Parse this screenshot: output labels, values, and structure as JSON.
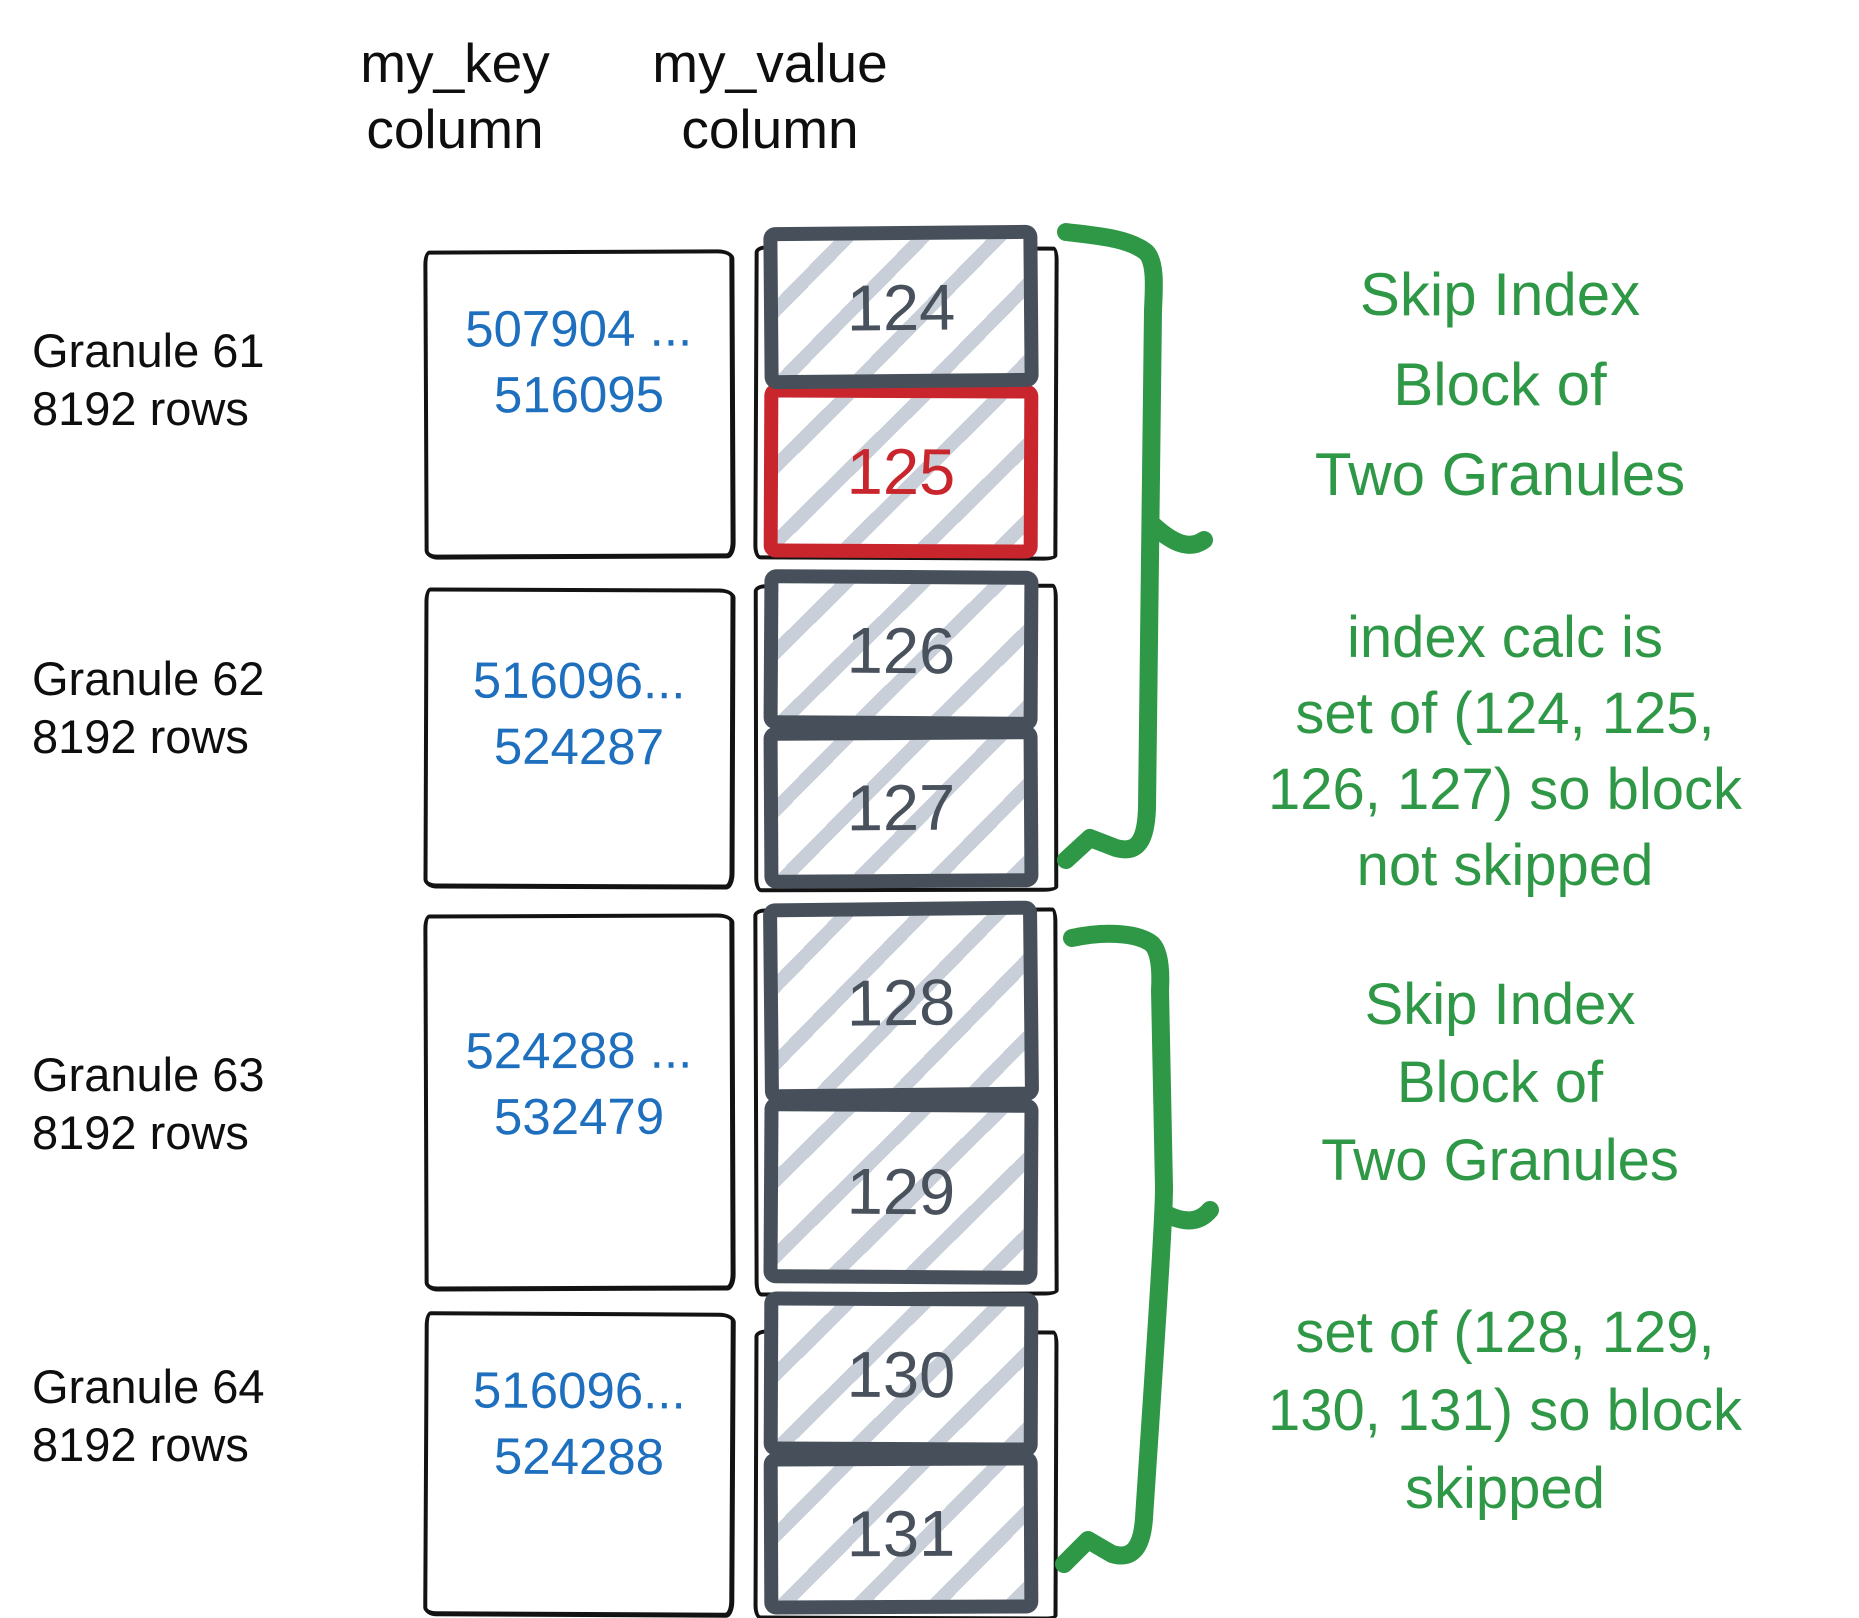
{
  "columns": {
    "key_header_line1": "my_key",
    "key_header_line2": "column",
    "value_header_line1": "my_value",
    "value_header_line2": "column"
  },
  "granules": [
    {
      "name": "Granule 61",
      "rows": "8192 rows",
      "key_from": "507904 ...",
      "key_to": "516095",
      "blocks": [
        {
          "num": "124",
          "highlight": false
        },
        {
          "num": "125",
          "highlight": true
        }
      ]
    },
    {
      "name": "Granule 62",
      "rows": "8192 rows",
      "key_from": "516096...",
      "key_to": "524287",
      "blocks": [
        {
          "num": "126",
          "highlight": false
        },
        {
          "num": "127",
          "highlight": false
        }
      ]
    },
    {
      "name": "Granule 63",
      "rows": "8192 rows",
      "key_from": "524288 ...",
      "key_to": "532479",
      "blocks": [
        {
          "num": "128",
          "highlight": false
        },
        {
          "num": "129",
          "highlight": false
        }
      ]
    },
    {
      "name": "Granule 64",
      "rows": "8192 rows",
      "key_from": "516096...",
      "key_to": "524288",
      "blocks": [
        {
          "num": "130",
          "highlight": false
        },
        {
          "num": "131",
          "highlight": false
        }
      ]
    }
  ],
  "annotations": {
    "block1_title": {
      "l1": "Skip Index",
      "l2": "Block of",
      "l3": "Two Granules"
    },
    "block1_note": {
      "l1": "index calc is",
      "l2": "set of (124, 125,",
      "l3": "126, 127) so block",
      "l4": "not skipped"
    },
    "block2_title": {
      "l1": "Skip Index",
      "l2": "Block of",
      "l3": "Two Granules"
    },
    "block2_note": {
      "l1": "set of (128, 129,",
      "l2": "130, 131) so block",
      "l3": "skipped"
    }
  },
  "colors": {
    "annotation_green": "#2E9846",
    "key_value_blue": "#1E6FBE",
    "block_slate": "#47505A",
    "highlight_red": "#C9252D",
    "hatch_gray": "#C9CFD9",
    "ink_black": "#131313"
  }
}
